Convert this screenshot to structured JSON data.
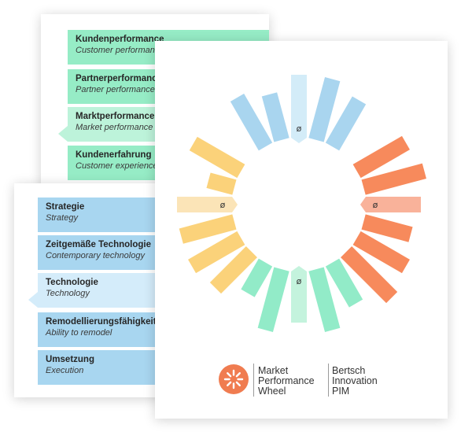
{
  "back_card": {
    "items": [
      {
        "de": "Kundenperformance",
        "en": "Customer performance",
        "color": "#96ecc6"
      },
      {
        "de": "Partnerperformance",
        "en": "Partner performance",
        "color": "#96ecc6"
      },
      {
        "de": "Marktperformance",
        "en": "Market performance",
        "color": "#bdf3da"
      },
      {
        "de": "Kundenerfahrung",
        "en": "Customer experience",
        "color": "#96ecc6"
      }
    ]
  },
  "mid_card": {
    "items": [
      {
        "de": "Strategie",
        "en": "Strategy",
        "color": "#a8d6f0"
      },
      {
        "de": "Zeitgemäße Technologie",
        "en": "Contemporary technology",
        "color": "#a8d6f0"
      },
      {
        "de": "Technologie",
        "en": "Technology",
        "color": "#d4ecfa"
      },
      {
        "de": "Remodellierungsfähigkeit",
        "en": "Ability to remodel",
        "color": "#a8d6f0"
      },
      {
        "de": "Umsetzung",
        "en": "Execution",
        "color": "#a8d6f0"
      }
    ]
  },
  "wheel": {
    "avg_symbol": "ø",
    "colors": {
      "blue": "#a9d5ef",
      "blue_light": "#d3ecf8",
      "orange": "#f78a5c",
      "orange_light": "#f9b29a",
      "green": "#92ebc8",
      "green_light": "#c4f3dd",
      "yellow": "#fbd27a",
      "yellow_light": "#fbe4b7"
    }
  },
  "logo": {
    "brand_color": "#f07c50",
    "product_lines": [
      "Market",
      "Performance",
      "Wheel"
    ],
    "company_lines": [
      "Bertsch",
      "Innovation",
      "PIM"
    ]
  }
}
